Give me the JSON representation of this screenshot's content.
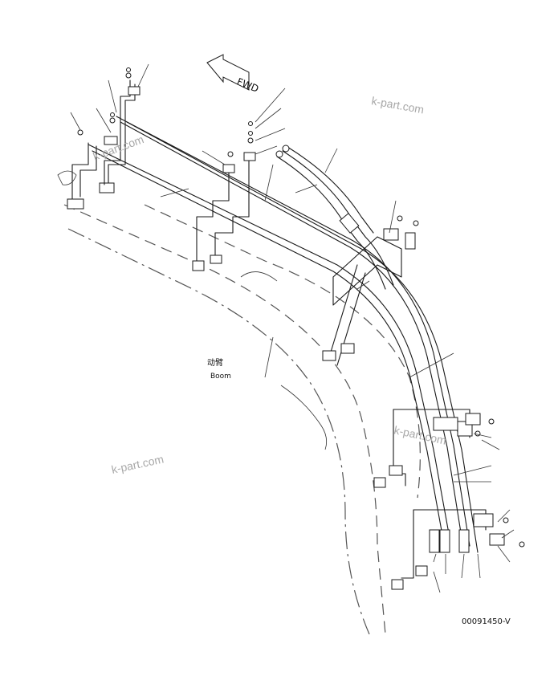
{
  "diagram": {
    "direction_label": "FWD",
    "boom_label_cn": "动臂",
    "boom_label_en": "Boom",
    "figure_code": "00091450-V",
    "watermark": "k-part.com"
  }
}
